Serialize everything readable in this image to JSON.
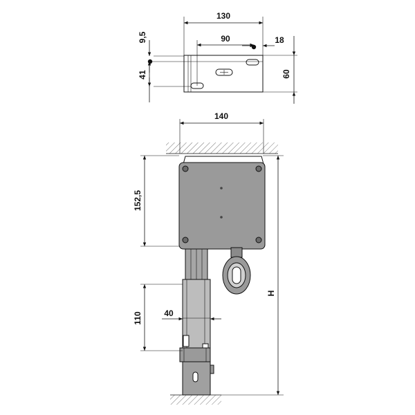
{
  "colors": {
    "line": "#111111",
    "body_fill": "#9a9a9a",
    "column_fill": "#a6a6a6",
    "column_dark": "#7d7d7d",
    "bracket_fill": "#ffffff",
    "ceiling_hatch": "#777777"
  },
  "dimensions": {
    "bracket_width": "130",
    "hole_spacing": "90",
    "edge_offset": "18",
    "top_offset": "9,5",
    "hole_vertical": "41",
    "bracket_height": "60",
    "housing_width": "140",
    "housing_height": "152,5",
    "column_width": "40",
    "lower_length": "110",
    "total_height": "H"
  }
}
